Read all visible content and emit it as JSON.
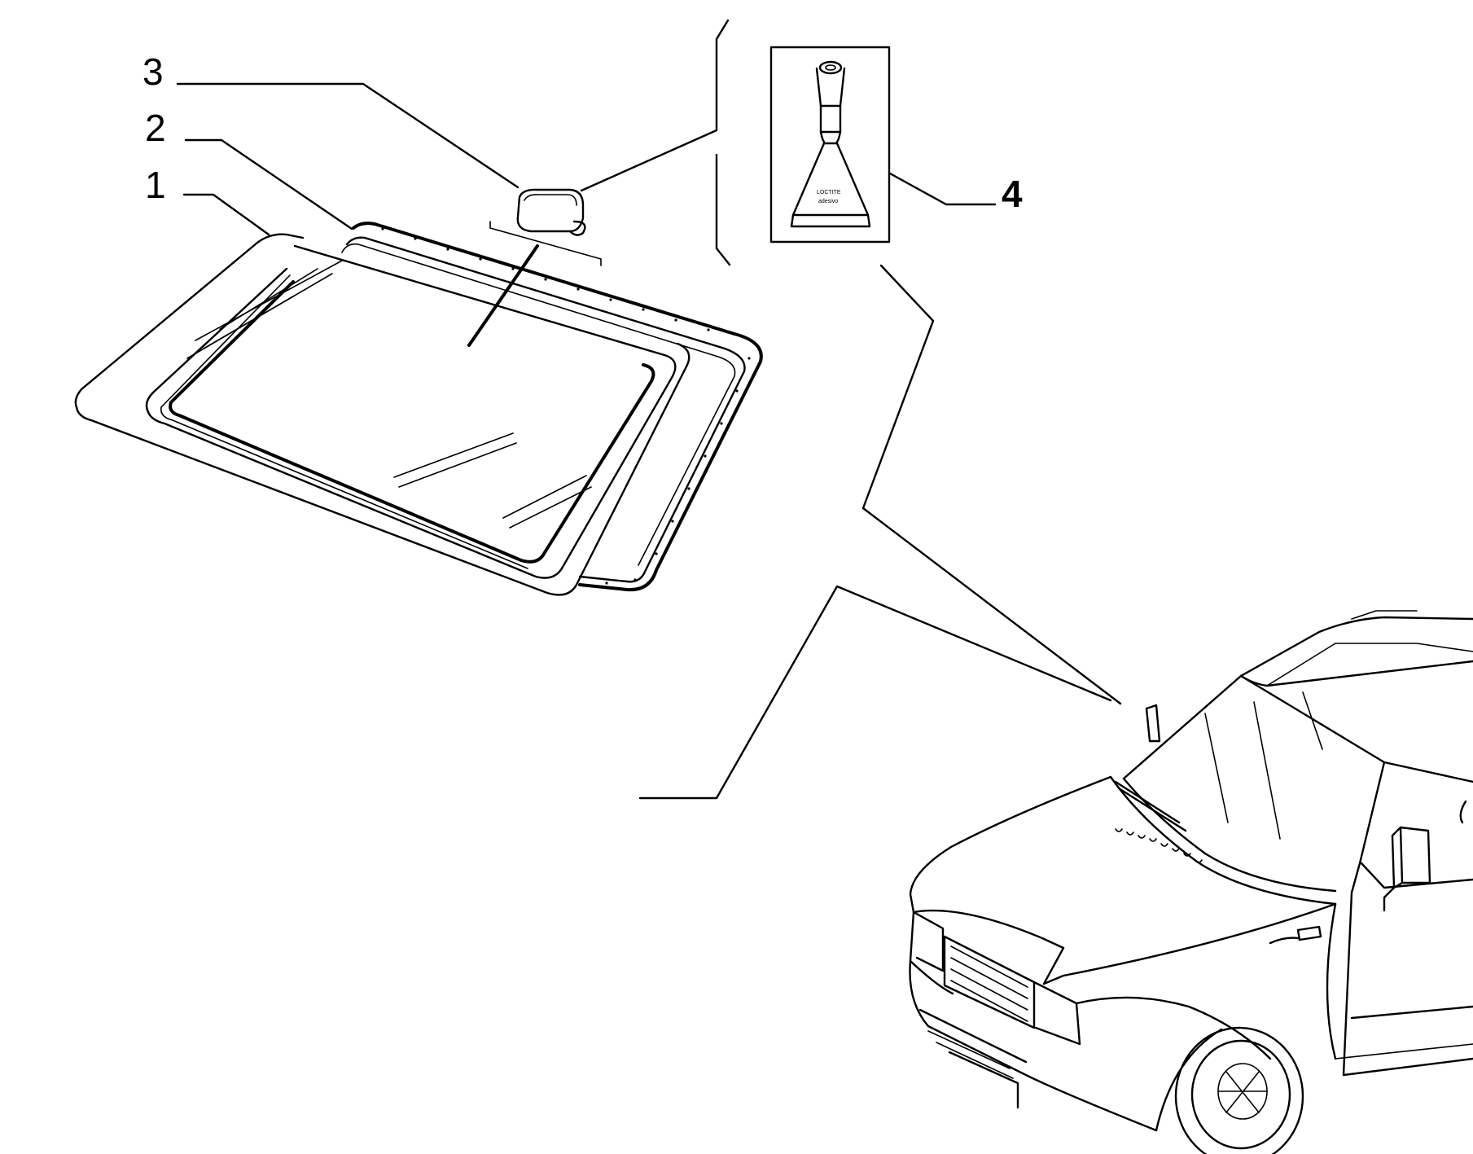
{
  "callouts": {
    "c1": "1",
    "c2": "2",
    "c3": "3",
    "c4": "4"
  },
  "adhesive_tube": {
    "brand": "LOCTITE",
    "label": "adesivo"
  },
  "colors": {
    "ink": "#000000",
    "paper": "#ffffff"
  }
}
